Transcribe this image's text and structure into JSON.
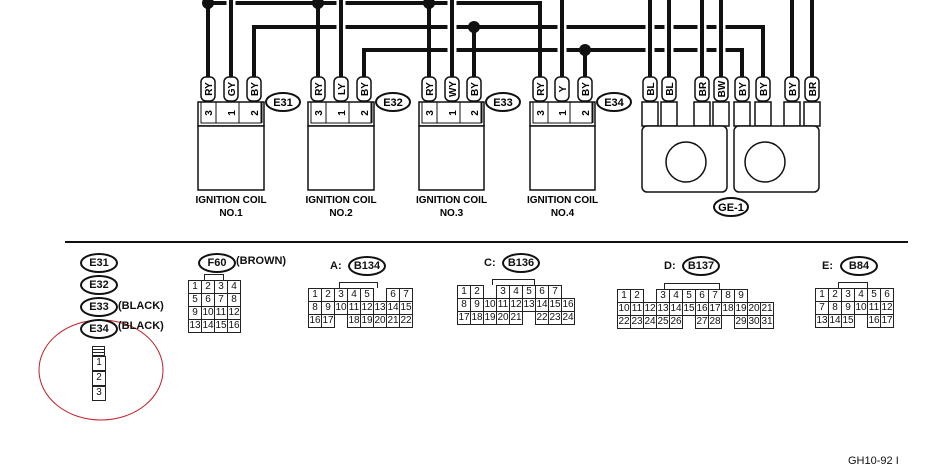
{
  "coils": [
    {
      "id": "E31",
      "wires": [
        "RY",
        "GY",
        "BY"
      ],
      "pins": [
        "3",
        "1",
        "2"
      ],
      "title": "IGNITION COIL",
      "sub": "NO.1"
    },
    {
      "id": "E32",
      "wires": [
        "RY",
        "LY",
        "BY"
      ],
      "pins": [
        "3",
        "1",
        "2"
      ],
      "title": "IGNITION COIL",
      "sub": "NO.2"
    },
    {
      "id": "E33",
      "wires": [
        "RY",
        "WY",
        "BY"
      ],
      "pins": [
        "3",
        "1",
        "2"
      ],
      "title": "IGNITION COIL",
      "sub": "NO.3"
    },
    {
      "id": "E34",
      "wires": [
        "RY",
        "Y",
        "BY"
      ],
      "pins": [
        "3",
        "1",
        "2"
      ],
      "title": "IGNITION COIL",
      "sub": "NO.4"
    }
  ],
  "ground": {
    "id": "GE-1",
    "wires": [
      "BL",
      "BL",
      "BR",
      "BW",
      "BY",
      "BY",
      "BY",
      "BR"
    ]
  },
  "connector_key": {
    "ids": [
      "E31",
      "E32",
      "E33",
      "E34"
    ],
    "notes": [
      "",
      "",
      "(BLACK)",
      "(BLACK)"
    ],
    "pins": [
      "1",
      "2",
      "3"
    ]
  },
  "connectors": [
    {
      "prefix": "",
      "id": "F60",
      "note": "(BROWN)",
      "rows": [
        [
          "1",
          "2",
          "3",
          "4"
        ],
        [
          "5",
          "6",
          "7",
          "8"
        ],
        [
          "9",
          "10",
          "11",
          "12"
        ],
        [
          "13",
          "14",
          "15",
          "16"
        ]
      ]
    },
    {
      "prefix": "A:",
      "id": "B134",
      "note": "",
      "rows": [
        [
          "1",
          "2",
          "3",
          "4",
          "5",
          "",
          "6",
          "7"
        ],
        [
          "8",
          "9",
          "10",
          "11",
          "12",
          "13",
          "14",
          "15"
        ],
        [
          "16",
          "17",
          "",
          "18",
          "19",
          "20",
          "21",
          "22"
        ]
      ]
    },
    {
      "prefix": "C:",
      "id": "B136",
      "note": "",
      "rows": [
        [
          "1",
          "2",
          "",
          "3",
          "4",
          "5",
          "6",
          "7"
        ],
        [
          "8",
          "9",
          "10",
          "11",
          "12",
          "13",
          "14",
          "15",
          "16"
        ],
        [
          "17",
          "18",
          "19",
          "20",
          "21",
          "",
          "22",
          "23",
          "24"
        ]
      ]
    },
    {
      "prefix": "D:",
      "id": "B137",
      "note": "",
      "rows": [
        [
          "1",
          "2",
          "",
          "3",
          "4",
          "5",
          "6",
          "7",
          "8",
          "9"
        ],
        [
          "10",
          "11",
          "12",
          "13",
          "14",
          "15",
          "16",
          "17",
          "18",
          "19",
          "20",
          "21"
        ],
        [
          "22",
          "23",
          "24",
          "25",
          "26",
          "",
          "27",
          "28",
          "",
          "29",
          "30",
          "31"
        ]
      ]
    },
    {
      "prefix": "E:",
      "id": "B84",
      "note": "",
      "rows": [
        [
          "1",
          "2",
          "3",
          "4",
          "5",
          "6"
        ],
        [
          "7",
          "8",
          "9",
          "10",
          "11",
          "12"
        ],
        [
          "13",
          "14",
          "15",
          "",
          "16",
          "17"
        ]
      ]
    }
  ],
  "footer": {
    "code": "GH10-92 I"
  },
  "colors": {
    "ink": "#111111",
    "markup_circle": "#c0202a"
  }
}
